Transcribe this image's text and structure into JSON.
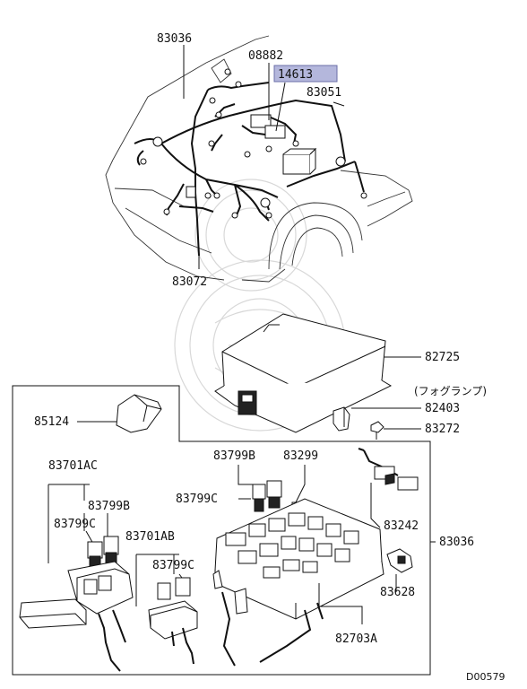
{
  "diagram": {
    "labels": {
      "p83036_top": "83036",
      "p08882": "08882",
      "p14613": "14613",
      "p83051": "83051",
      "p83072": "83072",
      "p82725": "82725",
      "fog_lamp_note": "(フォグランプ)",
      "p82403": "82403",
      "p83272": "83272",
      "p85124": "85124",
      "p83701AC": "83701AC",
      "p83799B_a": "83799B",
      "p83799B_b": "83799B",
      "p83299": "83299",
      "p83799C_a": "83799C",
      "p83799C_b": "83799C",
      "p83799C_c": "83799C",
      "p83242": "83242",
      "p83036_right": "83036",
      "p83701AB": "83701AB",
      "p83628": "83628",
      "p82703A": "82703A",
      "diagram_code": "D00579"
    },
    "highlight_color": "#b4b7dc"
  }
}
